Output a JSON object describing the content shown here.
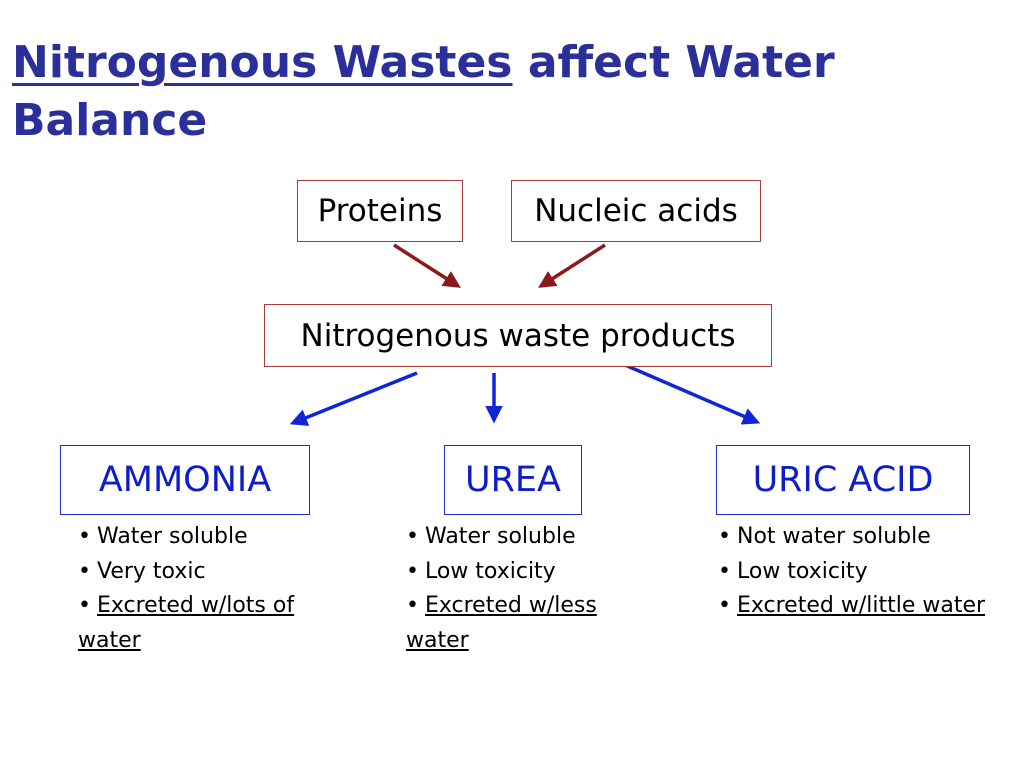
{
  "title": {
    "underlined_part": "Nitrogenous Wastes",
    "rest_part": " affect Water Balance"
  },
  "sources": [
    {
      "label": "Proteins"
    },
    {
      "label": "Nucleic acids"
    }
  ],
  "waste_products_label": "Nitrogenous waste products",
  "products": [
    {
      "name": "AMMONIA",
      "properties": [
        "Water soluble",
        "Very toxic"
      ],
      "excretion": "Excreted w/lots of water"
    },
    {
      "name": "UREA",
      "properties": [
        "Water soluble",
        "Low toxicity"
      ],
      "excretion": "Excreted w/less water"
    },
    {
      "name": "URIC ACID",
      "properties": [
        "Not water soluble",
        "Low toxicity"
      ],
      "excretion": "Excreted w/little water"
    }
  ],
  "colors": {
    "title": "#2b2f9a",
    "source_border": "#a83b3b",
    "source_arrow": "#8b1a1a",
    "product_text": "#0d1ec9",
    "product_arrow": "#1026d6"
  }
}
